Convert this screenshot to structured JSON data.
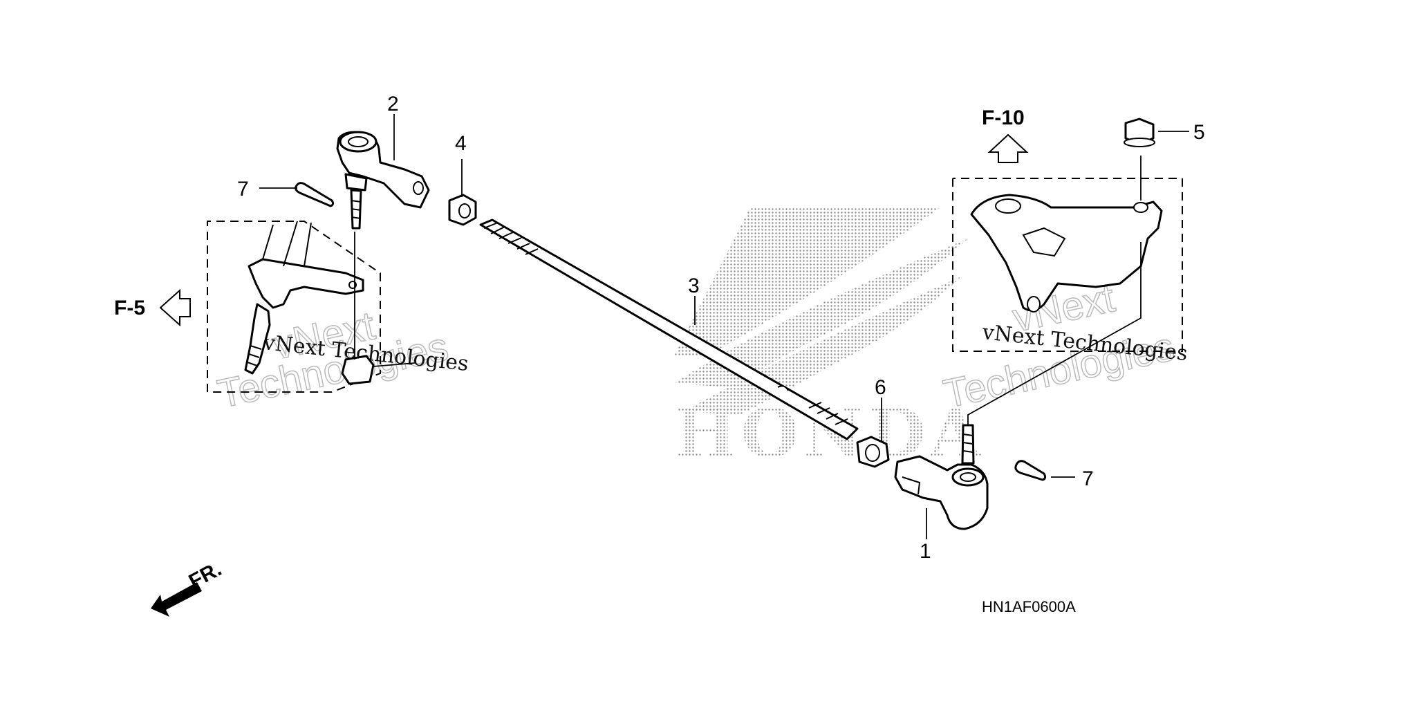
{
  "diagram": {
    "callouts": [
      {
        "id": "c1",
        "label": "1"
      },
      {
        "id": "c2",
        "label": "2"
      },
      {
        "id": "c3",
        "label": "3"
      },
      {
        "id": "c4",
        "label": "4"
      },
      {
        "id": "c5",
        "label": "5"
      },
      {
        "id": "c6",
        "label": "6"
      },
      {
        "id": "c7a",
        "label": "7"
      },
      {
        "id": "c7b",
        "label": "7"
      }
    ],
    "refs": {
      "f5": "F-5",
      "f10": "F-10",
      "front": "FR."
    },
    "drawing_code": "HN1AF0600A",
    "watermark": {
      "company": "vNext Technologies",
      "line1": "vNext",
      "line2": "Technologies"
    },
    "logo_text": "HONDA"
  }
}
